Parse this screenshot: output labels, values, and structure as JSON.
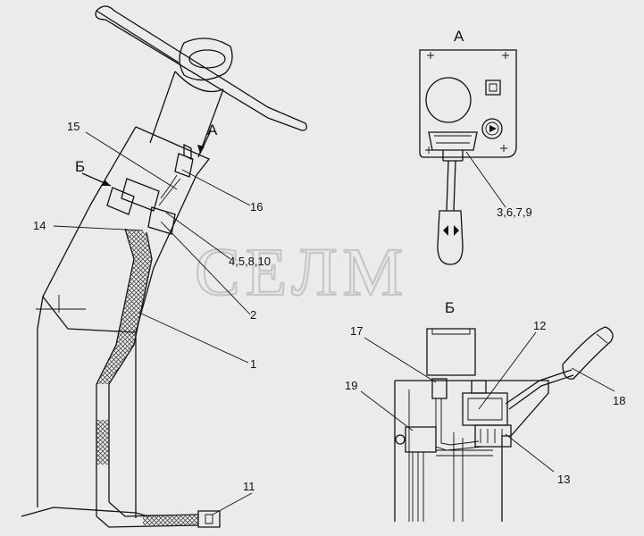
{
  "views": {
    "view_a_title": "А",
    "view_b_title": "Б",
    "arrow_a_label": "А",
    "arrow_b_label": "Б"
  },
  "callouts": {
    "c1": "1",
    "c2": "2",
    "c3": "3,6,7,9",
    "c4": "4,5,8,10",
    "c11": "11",
    "c12": "12",
    "c13": "13",
    "c14": "14",
    "c15": "15",
    "c16": "16",
    "c17": "17",
    "c18": "18",
    "c19": "19"
  },
  "watermark": "СЕЛМ"
}
